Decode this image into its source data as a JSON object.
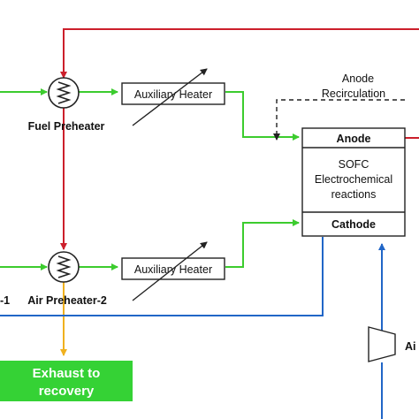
{
  "labels": {
    "fuel_preheater": "Fuel Preheater",
    "air_preheater": "Air Preheater-2",
    "left_cut_label": "-1",
    "aux_heater_top": "Auxiliary Heater",
    "aux_heater_bottom": "Auxiliary Heater",
    "anode_recirc_line1": "Anode",
    "anode_recirc_line2": "Recirculation",
    "sofc_anode": "Anode",
    "sofc_line1": "SOFC",
    "sofc_line2": "Electrochemical",
    "sofc_line3": "reactions",
    "sofc_cathode": "Cathode",
    "exhaust_line1": "Exhaust to",
    "exhaust_line2": "recovery",
    "air_cut_label": "Ai"
  },
  "colors": {
    "fuel_line": "#3ccc2e",
    "hot_line": "#cc1f2b",
    "air_line": "#2166c7",
    "exhaust_line": "#f0b11e",
    "exhaust_box": "#35d235",
    "box_stroke": "#222222"
  }
}
